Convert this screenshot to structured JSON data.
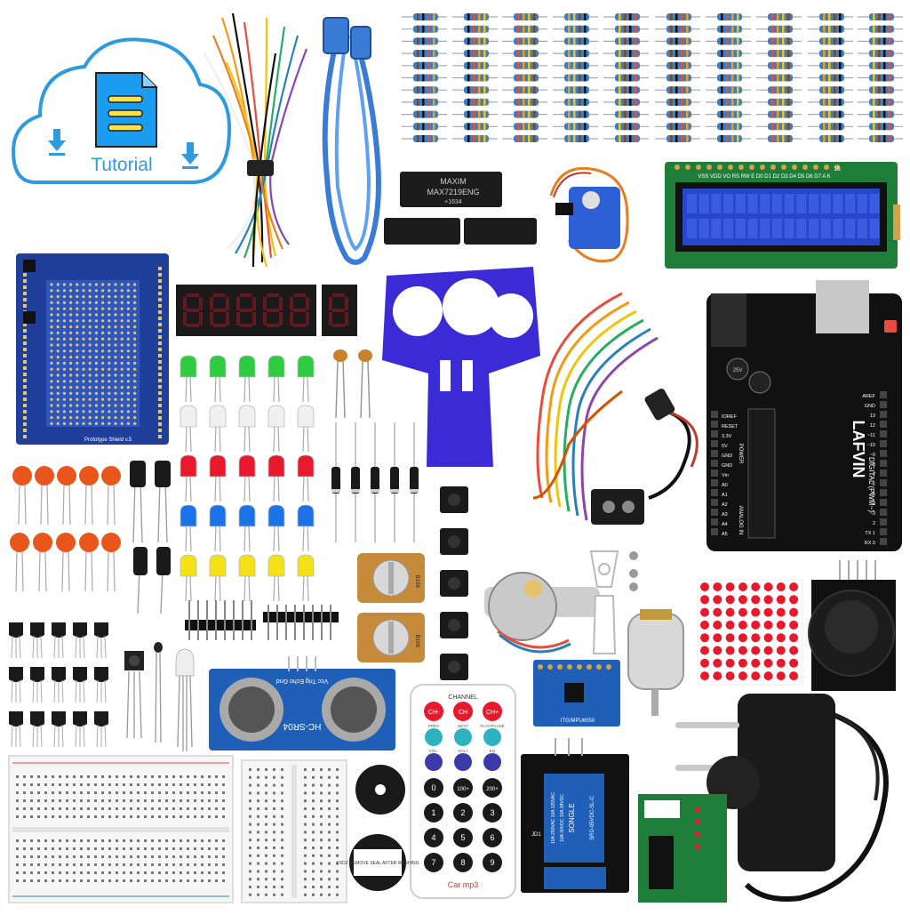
{
  "tutorial": {
    "label": "Tutorial"
  },
  "ic_chips": {
    "main_brand": "MAXIM",
    "main_model": "MAX7219ENG",
    "main_code": "+1634"
  },
  "lcd": {
    "pin_labels": "VSS VDD VO RS RW E D0 D1 D2 D3 D4 D5 D6 D7 A K",
    "pin_count": "16"
  },
  "prototype_shield": {
    "label": "Prototype Shield v.5"
  },
  "ultrasonic": {
    "model": "HC-SR04",
    "pins": "Vcc Trig Echo Gnd"
  },
  "potentiometers": {
    "value": "B10K"
  },
  "arduino": {
    "brand": "LAFVIN",
    "digital": "DIGITAL (PWM~)",
    "power": "POWER",
    "analog": "ANALOG IN",
    "pins_left": [
      "IOREF",
      "RESET",
      "3.3V",
      "5V",
      "GND",
      "GND",
      "Vin",
      "A0",
      "A1",
      "A2",
      "A3",
      "A4",
      "A5"
    ],
    "pins_right": [
      "AREF",
      "GND",
      "13",
      "12",
      "~11",
      "~10",
      "~9",
      "8",
      "7",
      "~6",
      "~5",
      "4",
      "~3",
      "2",
      "TX 1",
      "RX 0"
    ],
    "cap_label": "25V"
  },
  "remote": {
    "title": "CHANNEL",
    "row1": [
      "CH-",
      "CH",
      "CH+"
    ],
    "row1_sub": [
      "PREV",
      "NEXT",
      "PLAY/PAUSE"
    ],
    "row2_sub": [
      "VOL-",
      "VOL+",
      "EQ"
    ],
    "numbers": [
      "0",
      "100+",
      "200+",
      "1",
      "2",
      "3",
      "4",
      "5",
      "6",
      "7",
      "8",
      "9"
    ],
    "brand": "Car mp3"
  },
  "relay": {
    "brand": "SONGLE",
    "model": "SRD-05VDC-SL-C",
    "rating1": "10A 250VAC 10A 125VAC",
    "rating2": "10A 30VDC 10A 28VDC",
    "pin": "JD1"
  },
  "buzzer": {
    "sticker": "YXDZ REMOVE SEAL AFTER WASHING"
  },
  "gyro": {
    "label": "ITG/MPU6050"
  },
  "colors": {
    "pcb_blue": "#1f3f9b",
    "arduino_black": "#111111",
    "tutorial_blue": "#2e9be0",
    "led_green": "#2ecc40",
    "led_red": "#e8192c",
    "led_blue": "#1a73e8",
    "led_yellow": "#f4e216",
    "cap_orange": "#e8561c",
    "bracket_purple": "#3b2bd6"
  }
}
